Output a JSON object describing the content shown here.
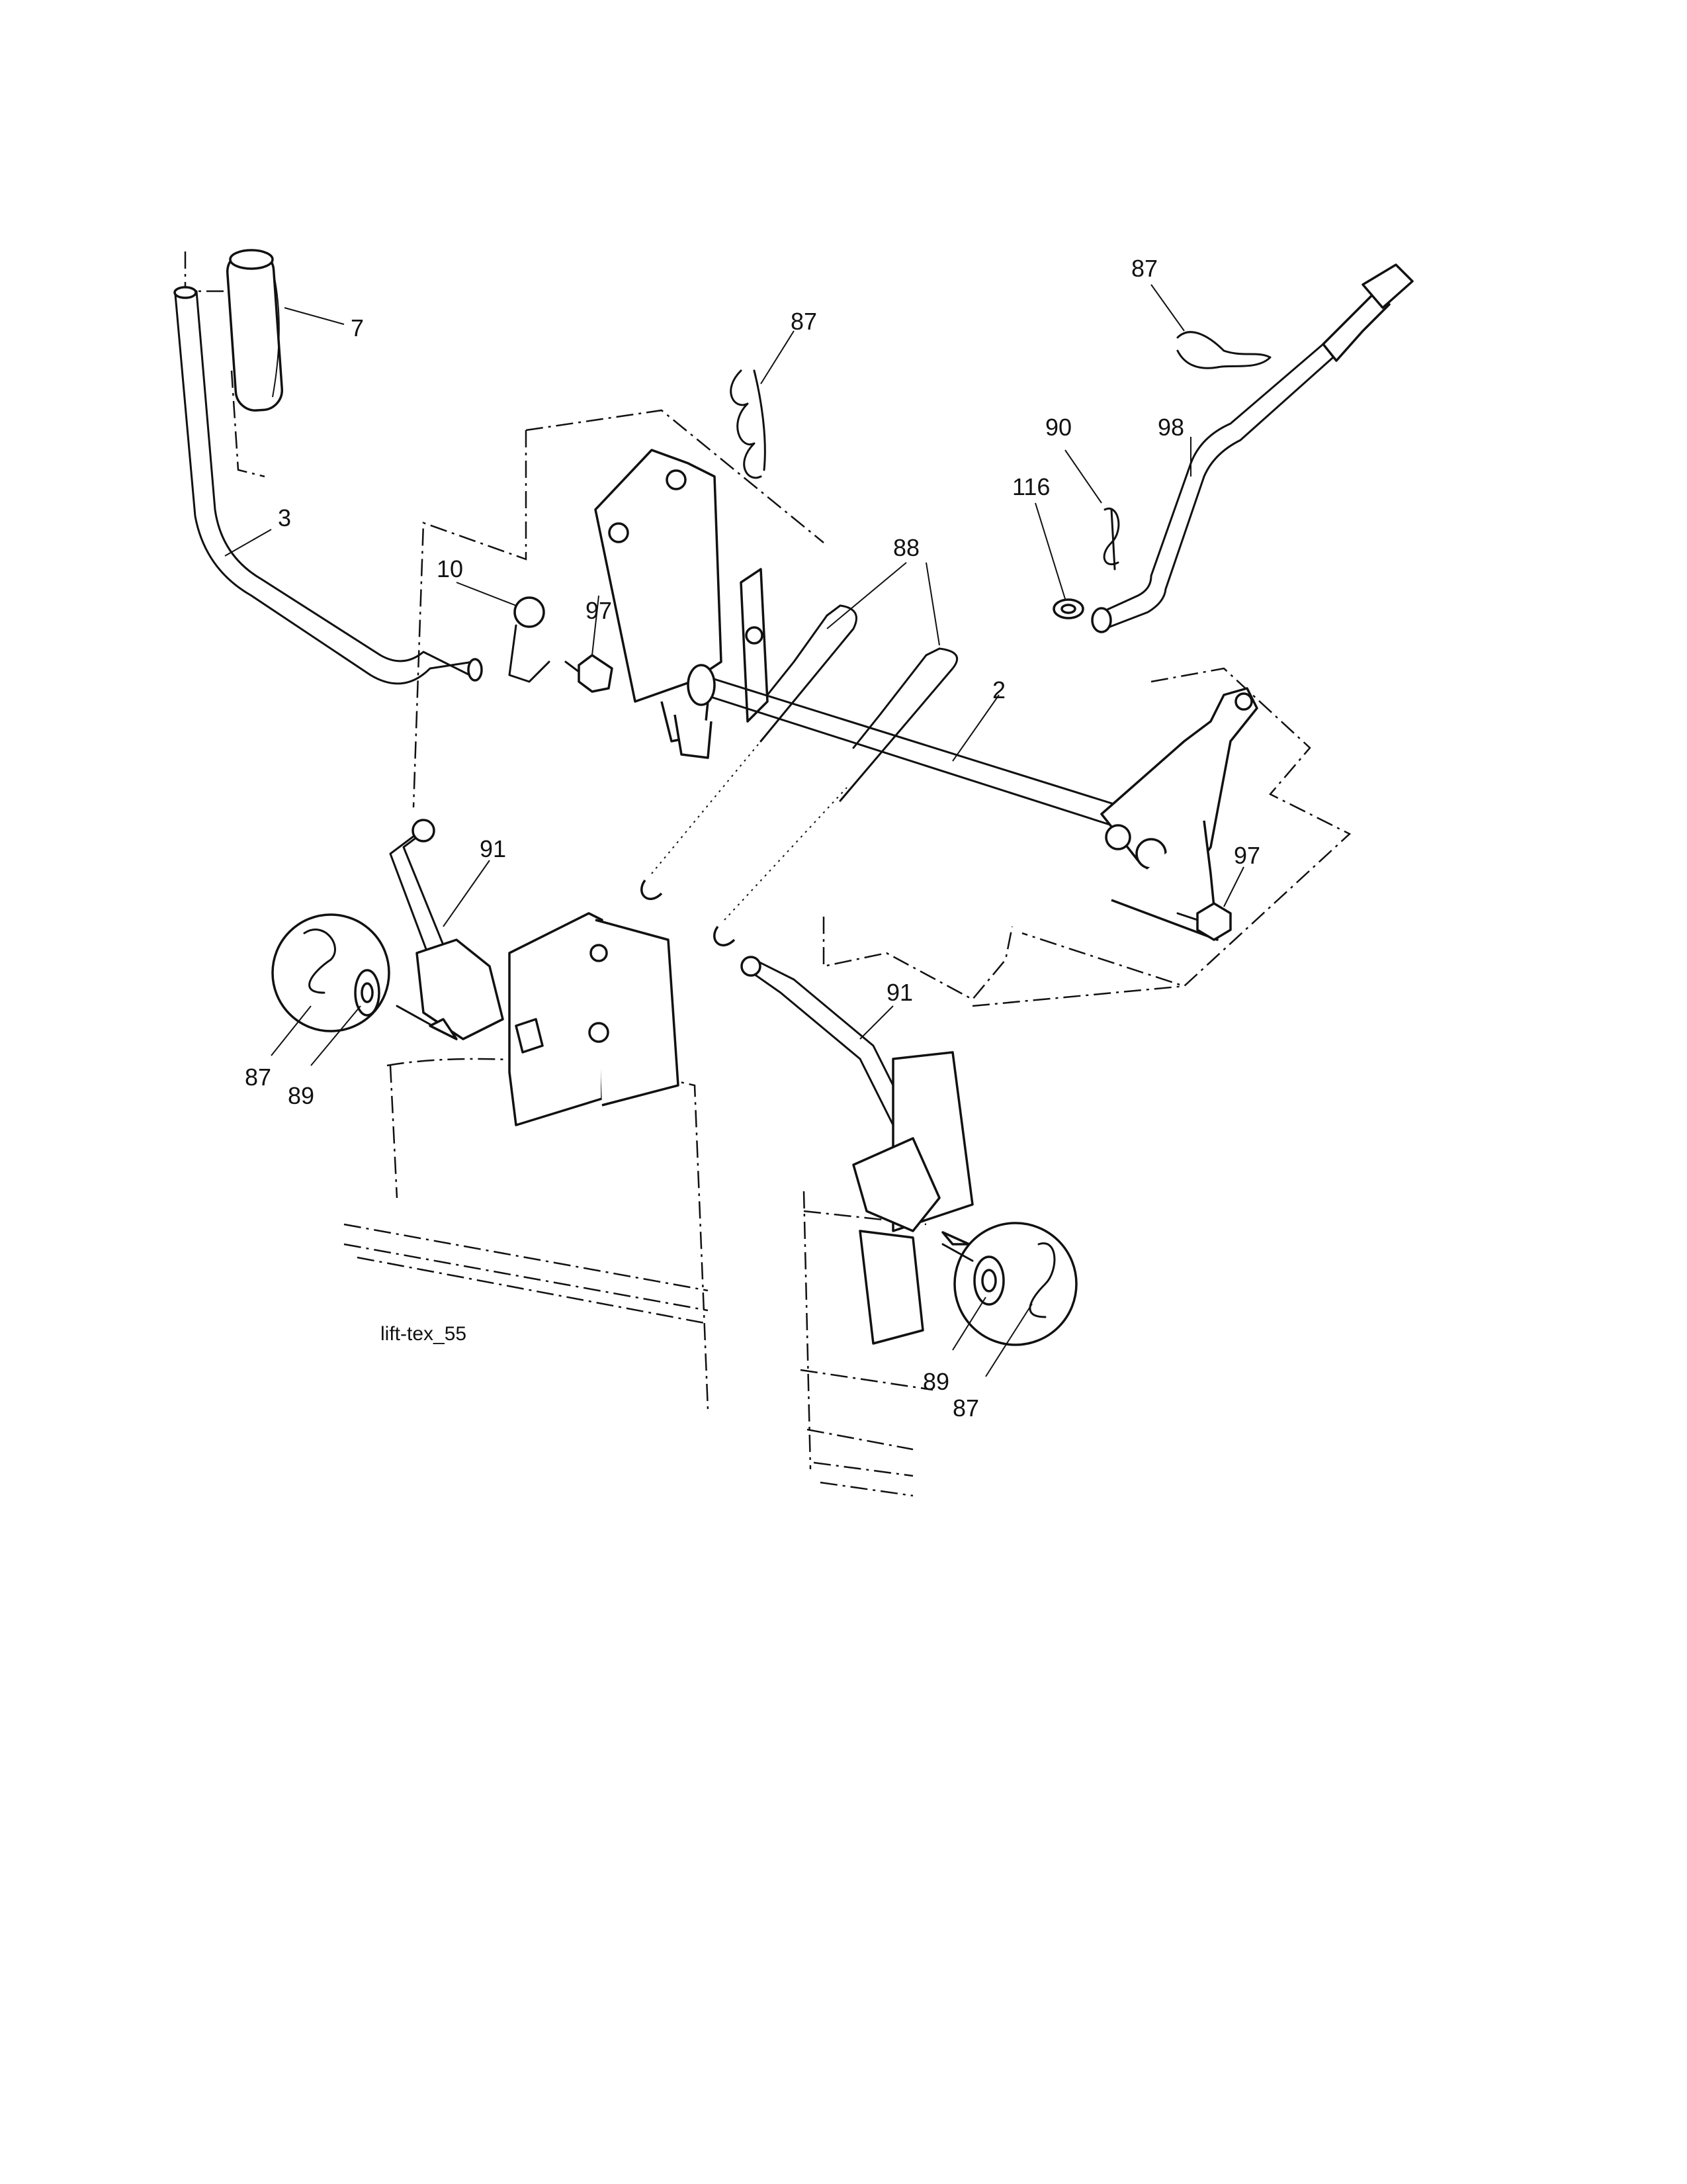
{
  "diagram": {
    "caption": "lift-tex_55",
    "callouts": [
      "7",
      "87",
      "87",
      "3",
      "10",
      "97",
      "88",
      "90",
      "98",
      "116",
      "2",
      "91",
      "97",
      "87",
      "89",
      "91",
      "89",
      "87"
    ]
  }
}
